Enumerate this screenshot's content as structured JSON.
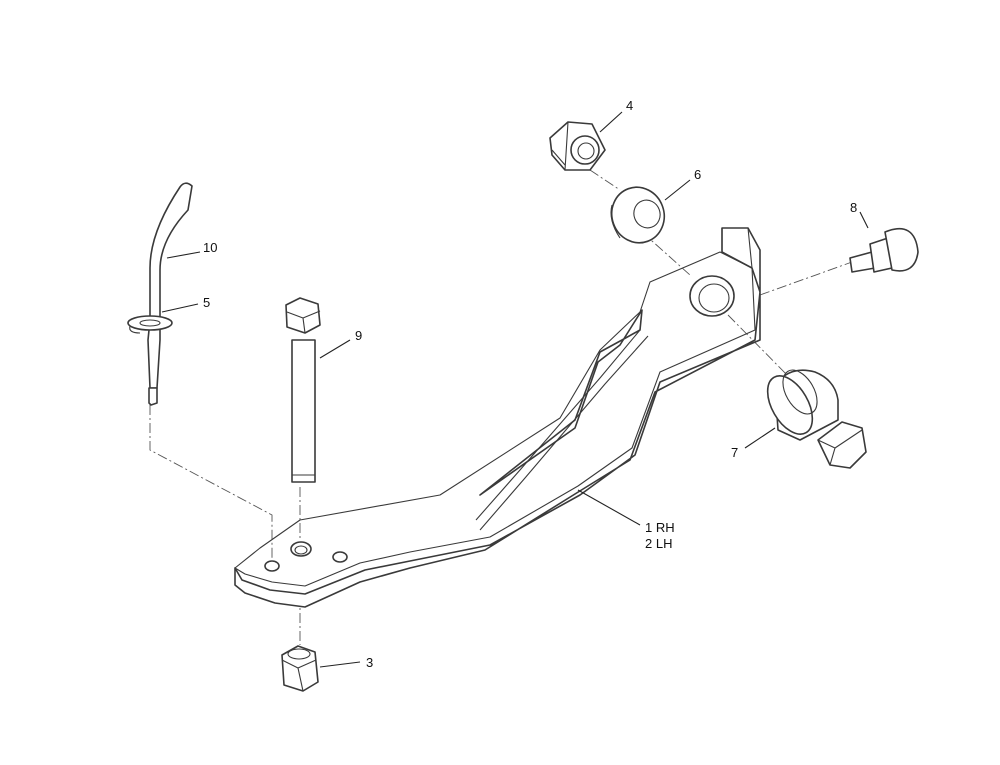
{
  "callouts": {
    "c1": "1 RH",
    "c2": "2 LH",
    "c3": "3",
    "c4": "4",
    "c5": "5",
    "c6": "6",
    "c7": "7",
    "c8": "8",
    "c9": "9",
    "c10": "10"
  }
}
